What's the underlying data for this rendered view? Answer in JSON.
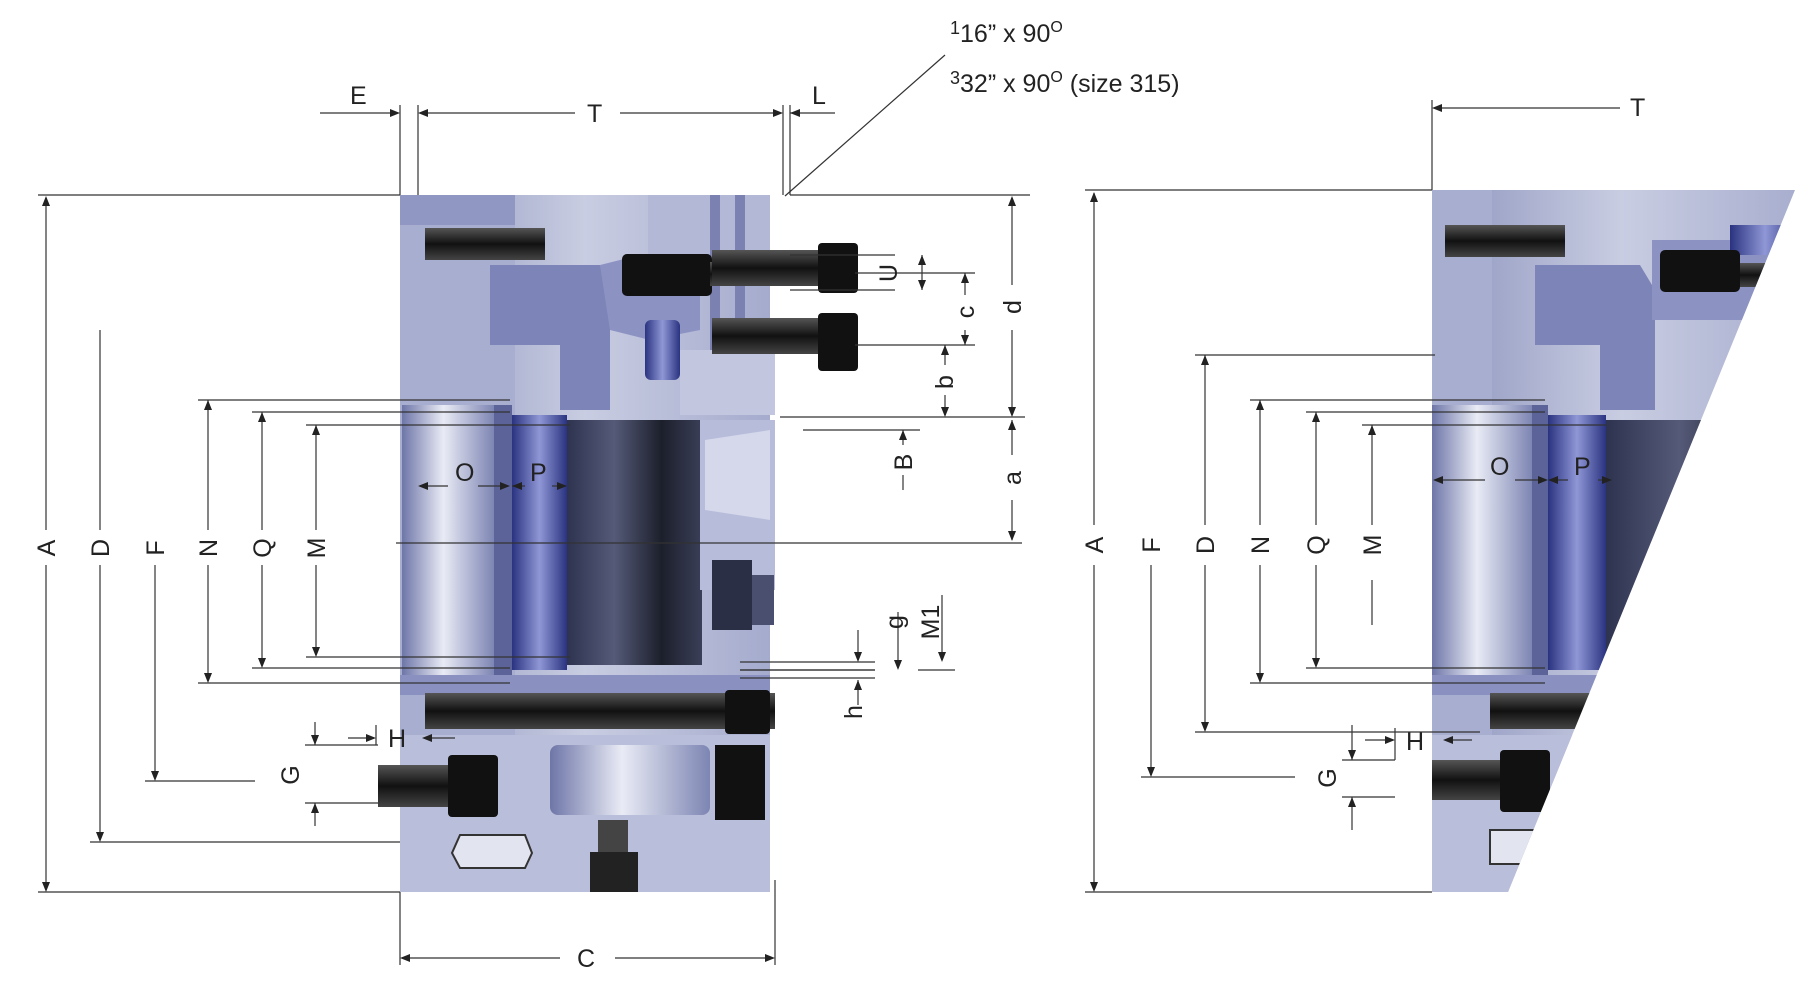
{
  "chamfer_note": {
    "line1": {
      "num": "1",
      "den": "16” x 90",
      "deg": "O"
    },
    "line2": {
      "num": "3",
      "den": "32” x 90",
      "deg": "O",
      "suffix": " (size 315)"
    }
  },
  "left_view": {
    "horizontal_dims": {
      "E": "E",
      "T": "T",
      "L": "L",
      "C": "C",
      "O": "O",
      "P": "P",
      "H": "H"
    },
    "vertical_dims": {
      "A": "A",
      "D": "D",
      "F": "F",
      "N": "N",
      "Q": "Q",
      "M": "M",
      "G": "G",
      "U": "U",
      "c": "c",
      "d": "d",
      "b": "b",
      "B": "B",
      "a": "a",
      "g": "g",
      "M1": "M1",
      "h": "h"
    }
  },
  "right_view": {
    "horizontal_dims": {
      "T": "T",
      "O": "O",
      "P": "P",
      "H": "H"
    },
    "vertical_dims": {
      "A": "A",
      "F": "F",
      "D": "D",
      "N": "N",
      "Q": "Q",
      "M": "M",
      "G": "G"
    }
  },
  "colors": {
    "body_light": "#c3c8de",
    "body_mid": "#9aa2c8",
    "body_dark": "#3a3f66",
    "bolt": "#1a1a1a",
    "piston": "#1c1f2b"
  }
}
